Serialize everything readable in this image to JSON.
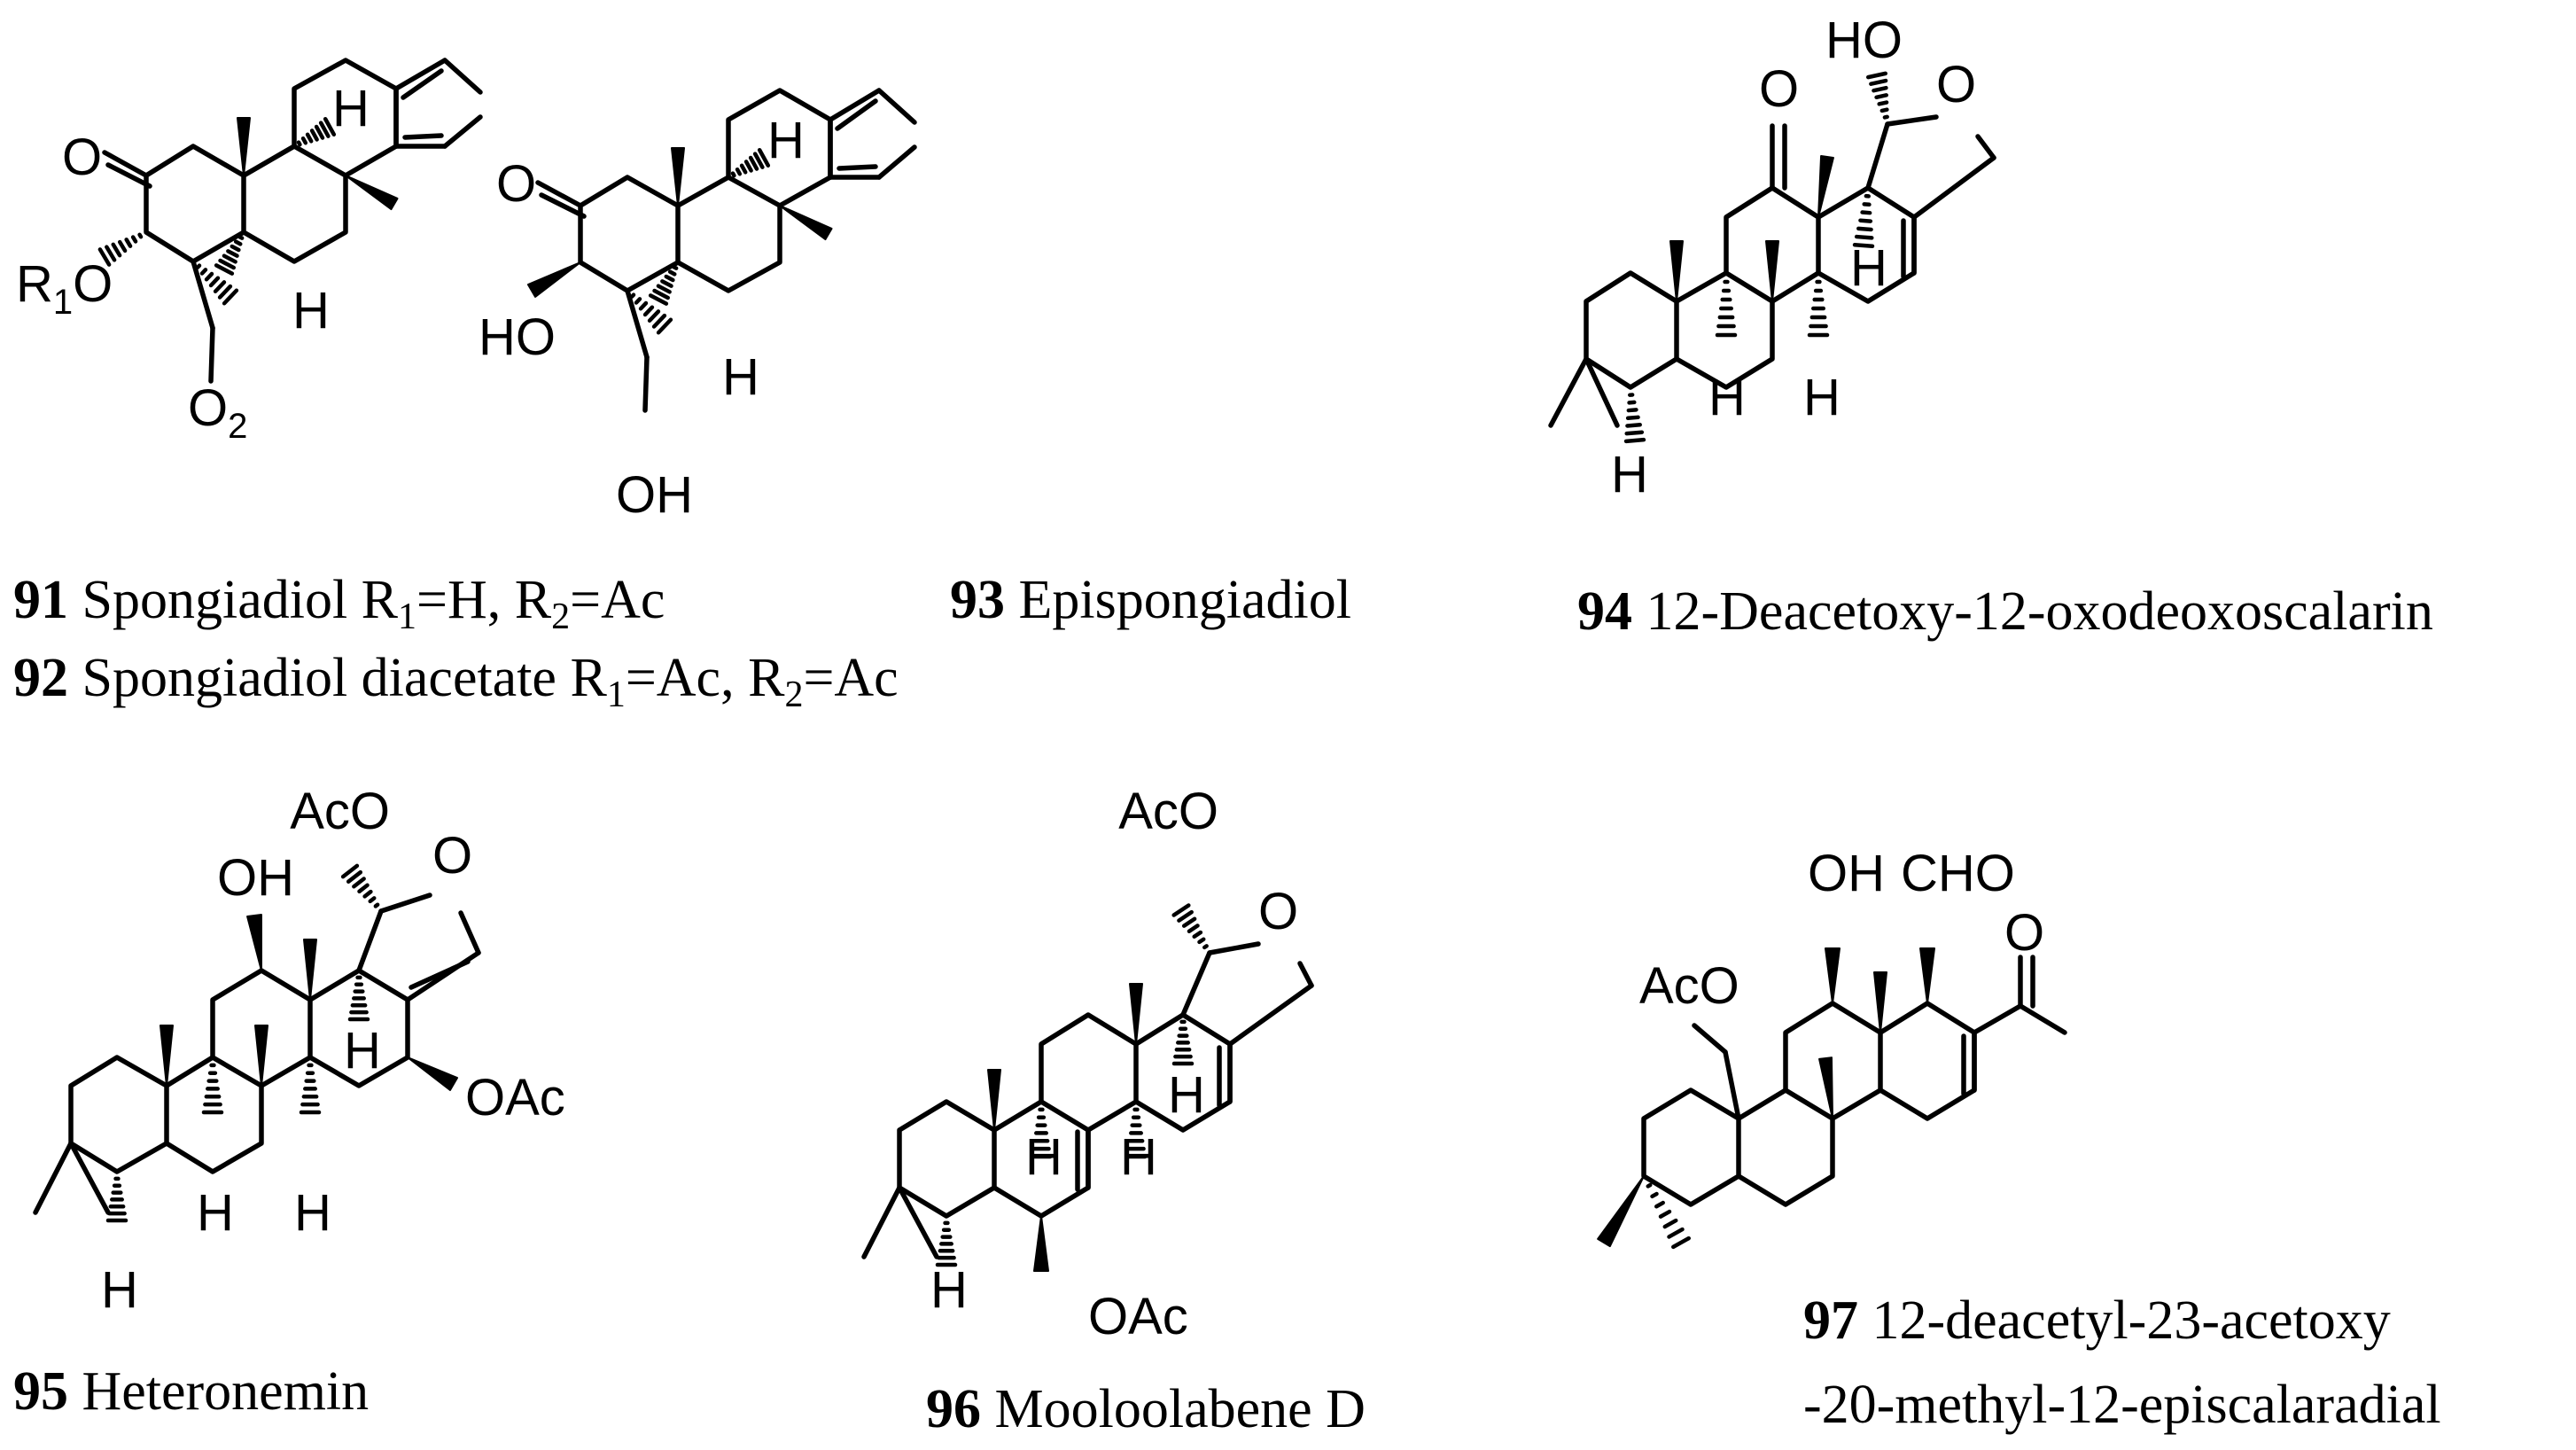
{
  "compounds": [
    {
      "number": "91",
      "name": "Spongiadiol R",
      "r1": "1",
      "r1_value": "=H, R",
      "r2": "2",
      "r2_value": "=Ac"
    },
    {
      "number": "92",
      "name": "Spongiadiol diacetate R",
      "r1": "1",
      "r1_value": "=Ac, R",
      "r2": "2",
      "r2_value": "=Ac"
    },
    {
      "number": "93",
      "name": "Epispongiadiol"
    },
    {
      "number": "94",
      "name": "12-Deacetoxy-12-oxodeoxoscalarin"
    },
    {
      "number": "95",
      "name": "Heteronemin"
    },
    {
      "number": "96",
      "name": "Mooloolabene D"
    },
    {
      "number": "97",
      "name_line1": "12-deacetyl-23-acetoxy",
      "name_line2": "-20-methyl-12-episcalaradial"
    }
  ],
  "atoms": {
    "O": "O",
    "H": "H",
    "HO": "HO",
    "OH": "OH",
    "R": "R",
    "AcO": "AcO",
    "OAc": "OAc",
    "CHO": "CHO",
    "sub1": "1",
    "sub2": "2"
  }
}
